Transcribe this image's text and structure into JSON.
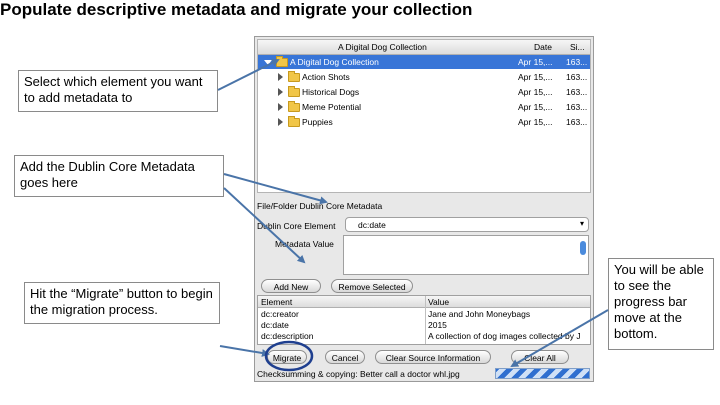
{
  "title": "Populate descriptive metadata and migrate your collection",
  "callouts": {
    "select_element": "Select which element you want to add metadata to",
    "dublin_core": "Add the Dublin Core Metadata goes here",
    "migrate": "Hit the “Migrate” button to begin  the migration process.",
    "progress": "You will be able to see the progress bar move at the bottom."
  },
  "app": {
    "tree": {
      "headers": [
        "A Digital Dog Collection",
        "Date",
        "Si..."
      ],
      "root": {
        "label": "A Digital Dog Collection",
        "date": "Apr 15,...",
        "size": "163..."
      },
      "children": [
        {
          "label": "Action Shots",
          "date": "Apr 15,...",
          "size": "163..."
        },
        {
          "label": "Historical Dogs",
          "date": "Apr 15,...",
          "size": "163..."
        },
        {
          "label": "Meme Potential",
          "date": "Apr 15,...",
          "size": "163..."
        },
        {
          "label": "Puppies",
          "date": "Apr 15,...",
          "size": "163..."
        }
      ]
    },
    "section_label": "File/Folder Dublin Core Metadata",
    "element_label": "Dublin Core Element",
    "element_value": "dc:date",
    "metadata_value_label": "Metadata Value",
    "buttons": {
      "add_new": "Add New",
      "remove_selected": "Remove Selected",
      "migrate": "Migrate",
      "cancel": "Cancel",
      "clear_source": "Clear Source Information",
      "clear_all": "Clear All"
    },
    "table": {
      "headers": [
        "Element",
        "Value"
      ],
      "rows": [
        [
          "dc:creator",
          "Jane and John Moneybags"
        ],
        [
          "dc:date",
          "2015"
        ],
        [
          "dc:description",
          "A collection of dog images collected by J"
        ]
      ]
    },
    "status": "Checksumming & copying: Better call a doctor whl.jpg",
    "colors": {
      "selection": "#3875d7",
      "arrow": "#4a74a8",
      "highlight_circle": "#1f3f8f"
    }
  }
}
